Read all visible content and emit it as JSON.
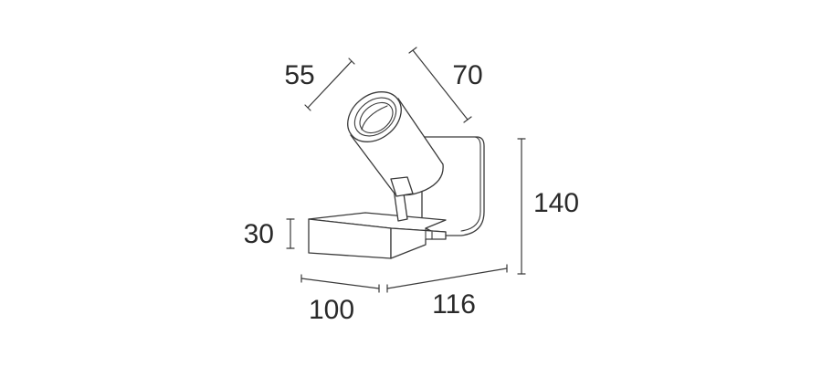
{
  "dimensions": {
    "diameter": "55",
    "depth": "70",
    "height": "140",
    "base_height": "30",
    "base_width": "100",
    "base_length": "116"
  },
  "colors": {
    "line": "#3a3a3a",
    "text": "#2a2a2a",
    "background": "#ffffff"
  }
}
